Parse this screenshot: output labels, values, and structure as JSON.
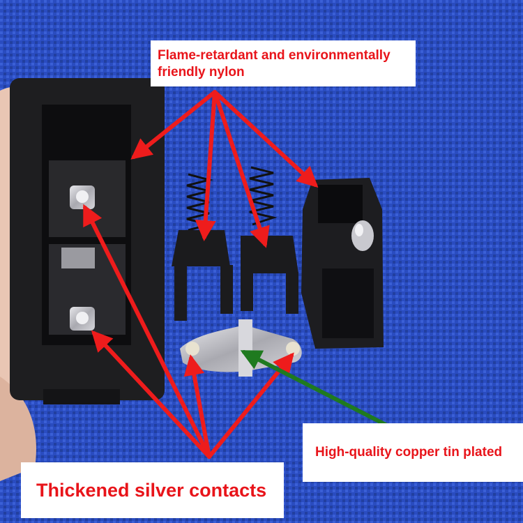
{
  "labels": {
    "nylon": "Flame-retardant and environmentally friendly nylon",
    "copper": "High-quality copper tin plated",
    "silver": "Thickened silver contacts"
  },
  "colors": {
    "background_fabric": "#2747b8",
    "annotation_text": "#e8141a",
    "arrow_red": "#ee1c1c",
    "arrow_green": "#1f7a1f",
    "label_background": "#ffffff",
    "housing": "#1c1c1e",
    "metal": "#c8c8cc"
  }
}
